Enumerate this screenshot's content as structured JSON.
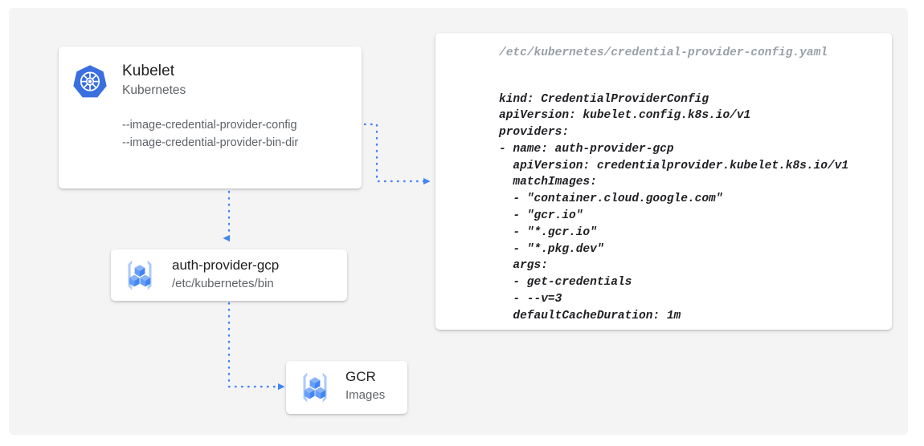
{
  "canvas": {
    "background_color": "#f4f4f5",
    "page_background": "#ffffff"
  },
  "theme": {
    "accent_blue": "#4285f4",
    "icon_blue_light": "#8ab4f8",
    "text_primary": "#212121",
    "text_secondary": "#5f6368",
    "text_muted": "#9aa0a6"
  },
  "nodes": {
    "kubelet": {
      "title": "Kubelet",
      "subtitle": "Kubernetes",
      "icon": "kubernetes-icon",
      "flags": [
        "--image-credential-provider-config",
        "--image-credential-provider-bin-dir"
      ]
    },
    "auth_provider": {
      "title": "auth-provider-gcp",
      "subtitle": "/etc/kubernetes/bin",
      "icon": "container-registry-icon"
    },
    "gcr": {
      "title": "GCR",
      "subtitle": "Images",
      "icon": "container-registry-icon"
    }
  },
  "yaml_panel": {
    "filename": "/etc/kubernetes/credential-provider-config.yaml",
    "lines": [
      "kind: CredentialProviderConfig",
      "apiVersion: kubelet.config.k8s.io/v1",
      "providers:",
      "- name: auth-provider-gcp",
      "  apiVersion: credentialprovider.kubelet.k8s.io/v1",
      "  matchImages:",
      "  - \"container.cloud.google.com\"",
      "  - \"gcr.io\"",
      "  - \"*.gcr.io\"",
      "  - \"*.pkg.dev\"",
      "  args:",
      "  - get-credentials",
      "  - --v=3",
      "  defaultCacheDuration: 1m"
    ]
  },
  "connectors": [
    {
      "name": "kubelet-to-yaml",
      "from": "kubelet",
      "to": "yaml_panel",
      "style": "dotted",
      "color": "#4285f4"
    },
    {
      "name": "kubelet-to-auth-provider",
      "from": "kubelet",
      "to": "auth_provider",
      "style": "dotted",
      "color": "#4285f4"
    },
    {
      "name": "auth-provider-to-gcr",
      "from": "auth_provider",
      "to": "gcr",
      "style": "dotted",
      "color": "#4285f4"
    }
  ]
}
